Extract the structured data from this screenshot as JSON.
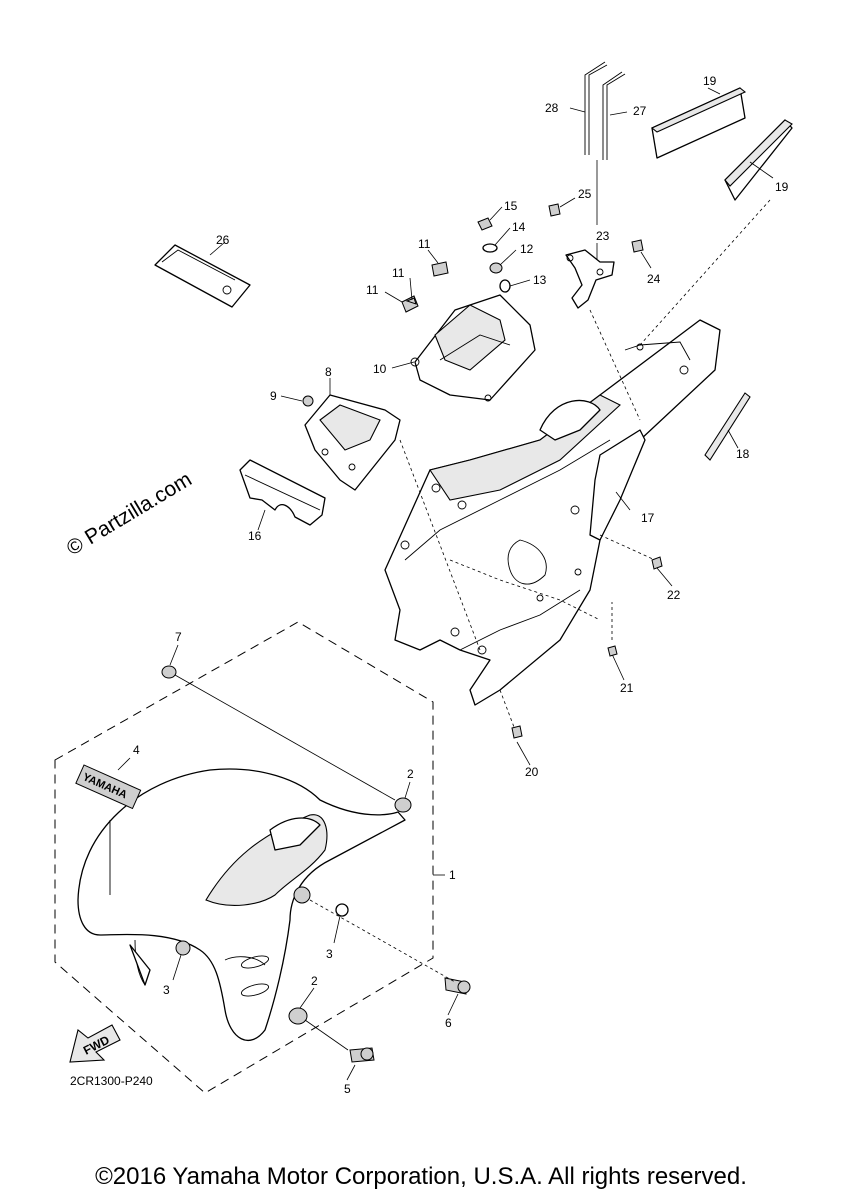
{
  "watermark": "© Partzilla.com",
  "diagram_code": "2CR1300-P240",
  "copyright": "©2016 Yamaha Motor Corporation, U.S.A. All rights reserved.",
  "fwd_arrow": "FWD",
  "fender_logo": "YAMAHA",
  "callouts": {
    "c1": "1",
    "c2a": "2",
    "c2b": "2",
    "c3a": "3",
    "c3b": "3",
    "c4": "4",
    "c5": "5",
    "c6": "6",
    "c7": "7",
    "c8": "8",
    "c9": "9",
    "c10": "10",
    "c11a": "11",
    "c11b": "11",
    "c11c": "11",
    "c12": "12",
    "c13": "13",
    "c14": "14",
    "c15": "15",
    "c16": "16",
    "c17": "17",
    "c18": "18",
    "c19a": "19",
    "c19b": "19",
    "c20": "20",
    "c21": "21",
    "c22": "22",
    "c23": "23",
    "c24": "24",
    "c25": "25",
    "c26": "26",
    "c27": "27",
    "c28": "28"
  }
}
